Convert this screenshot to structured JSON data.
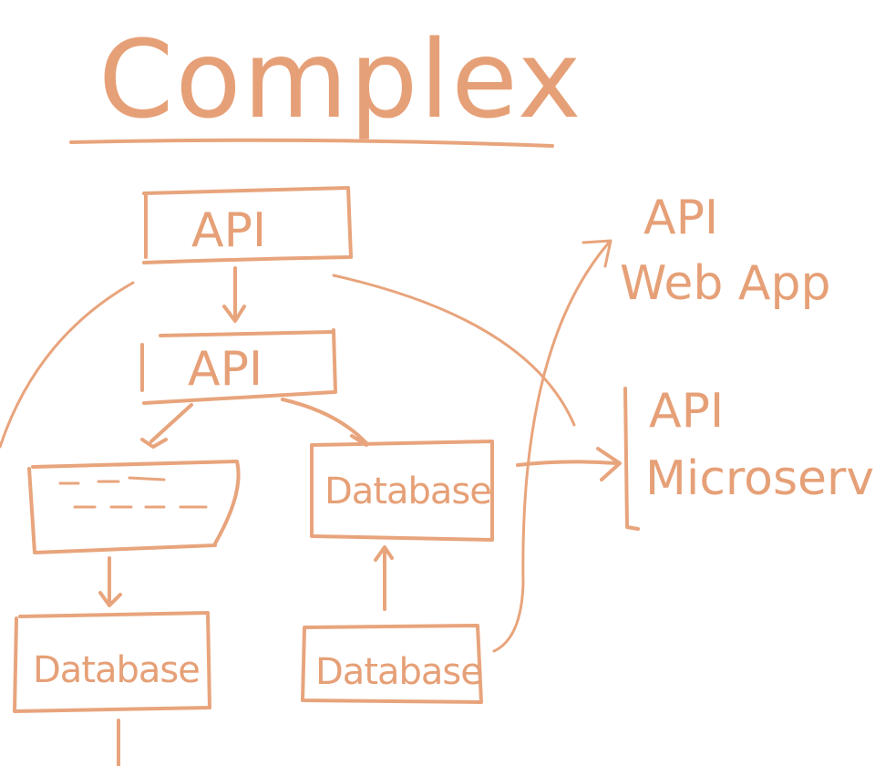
{
  "title": "Complex",
  "nodes": {
    "api_top": "API",
    "api_mid": "API",
    "placeholder_box": "",
    "database_center": "Database",
    "database_bottom_left": "Database",
    "database_bottom_center": "Database"
  },
  "targets": {
    "web_app": {
      "line1": "API",
      "line2": "Web App"
    },
    "microservice": {
      "line1": "API",
      "line2": "Microservice"
    }
  },
  "colors": {
    "ink": "#e8a47c",
    "background": "#ffffff"
  }
}
